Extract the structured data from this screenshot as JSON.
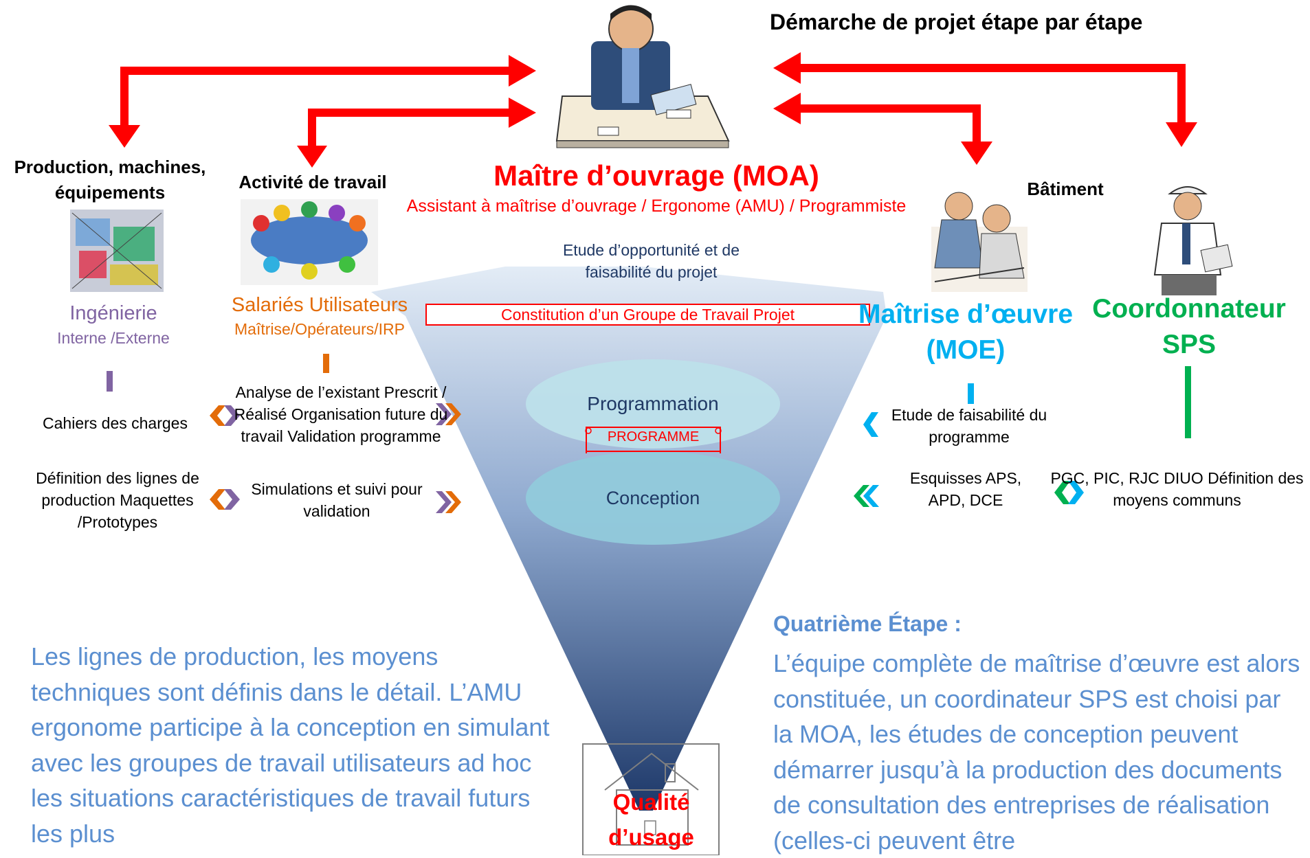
{
  "header": {
    "title": "Démarche de projet étape par étape"
  },
  "moa": {
    "title": "Maître d’ouvrage (MOA)",
    "subtitle": "Assistant à maîtrise d’ouvrage / Ergonome (AMU) / Programmiste"
  },
  "left_groups": {
    "production_title": "Production, machines, équipements",
    "activite_title": "Activité de travail",
    "ingenierie": "Ingénierie",
    "ingenierie_sub": "Interne /Externe",
    "salaries": "Salariés Utilisateurs",
    "salaries_sub": "Maîtrise/Opérateurs/IRP"
  },
  "right_groups": {
    "batiment_title": "Bâtiment",
    "moe": "Maîtrise d’œuvre (MOE)",
    "sps": "Coordonnateur SPS"
  },
  "funnel": {
    "top_text": "Etude d’opportunité et de faisabilité du projet",
    "group_box": "Constitution d’un Groupe de Travail Projet",
    "programmation": "Programmation",
    "programme_scroll": "PROGRAMME",
    "conception": "Conception",
    "qualite": "Qualité d’usage"
  },
  "steps_left": {
    "cahiers": "Cahiers des charges",
    "definition": "Définition des lignes de production Maquettes /Prototypes",
    "analyse": "Analyse de l’existant Prescrit / Réalisé Organisation future du travail Validation programme",
    "simulations": "Simulations et suivi pour validation"
  },
  "steps_right": {
    "faisabilite": "Etude de faisabilité du programme",
    "esquisses": "Esquisses APS, APD, DCE",
    "pgc": "PGC, PIC, RJC DIUO Définition des moyens communs"
  },
  "bottom": {
    "left_text": "Les lignes de production, les moyens techniques sont définis dans le détail. L’AMU ergonome participe à la conception en simulant avec les groupes de travail utilisateurs ad hoc les situations caractéristiques de travail futurs les plus",
    "right_title": "Quatrième Étape :",
    "right_text": "L’équipe complète de maîtrise d’œuvre est alors constituée, un coordinateur SPS est choisi par la MOA, les études de conception peuvent démarrer jusqu’à la production des documents de consultation des entreprises de réalisation (celles-ci peuvent être"
  },
  "colors": {
    "red": "#FF0000",
    "purple": "#8064A2",
    "orange": "#E36C09",
    "cyan": "#00B0F0",
    "green": "#00B050",
    "body_blue": "#5B8FD0"
  },
  "icons": [
    "manager-illustration",
    "factory-3d-illustration",
    "puzzle-meeting-illustration",
    "architects-illustration",
    "engineer-illustration",
    "house-icon"
  ]
}
